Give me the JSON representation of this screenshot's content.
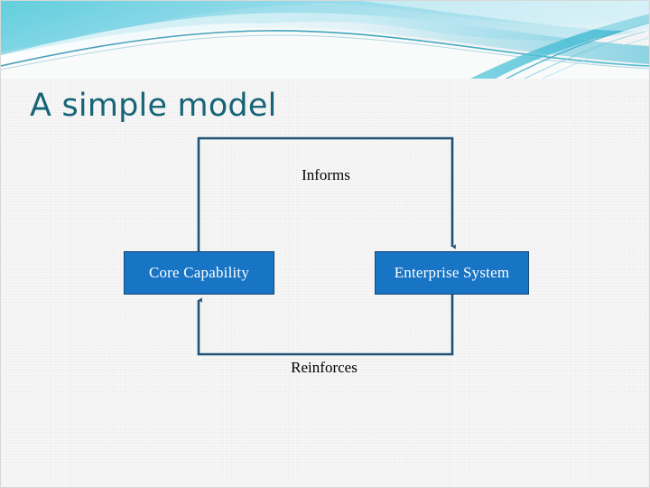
{
  "slide": {
    "title": "A simple model",
    "background_color": "#f7f7f7",
    "title_color": "#176477",
    "banner": {
      "name": "decorative-wave-banner",
      "colors": [
        "#5bc8d8",
        "#8fd6e6",
        "#2aa9c4",
        "#1f8fae",
        "#ffffff"
      ]
    }
  },
  "diagram": {
    "type": "cycle",
    "node_fill_color": "#1874C4",
    "node_text_color": "#ffffff",
    "connector_color": "#1F5274",
    "label_text_color": "#000000",
    "nodes": [
      {
        "id": "core-capability",
        "label": "Core Capability"
      },
      {
        "id": "enterprise-system",
        "label": "Enterprise System"
      }
    ],
    "edges": [
      {
        "id": "informs",
        "label": "Informs",
        "from": "core-capability",
        "to": "enterprise-system",
        "routing": "top",
        "arrow": "down"
      },
      {
        "id": "reinforces",
        "label": "Reinforces",
        "from": "enterprise-system",
        "to": "core-capability",
        "routing": "bottom",
        "arrow": "up"
      }
    ]
  }
}
